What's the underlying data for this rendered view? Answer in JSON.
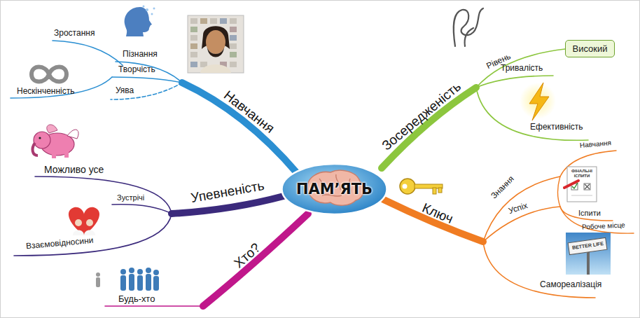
{
  "diagram": {
    "nodes": [
      {
        "text": [
          "ПАМ’ЯТЬ"
        ]
      },
      {
        "text": [
          "Високий"
        ]
      }
    ],
    "labels": [
      "Навчання",
      "Пізнання",
      "Зростання",
      "Творчість",
      "Нескінченність",
      "Уява",
      "Зосередженість",
      "Рівень",
      "Тривалість",
      "Ефективність",
      "Ключ",
      "Знання",
      "Навчання",
      "ФІНАЛЬНІ ІСПИТИ",
      "Успіх",
      "Іспити",
      "Робоче місце",
      "Самореалізація",
      "BETTER LIFE",
      "Упевненість",
      "Можливо усе",
      "Зустрічі",
      "Взаємовідносини",
      "Хто?",
      "Будь-хто"
    ]
  }
}
